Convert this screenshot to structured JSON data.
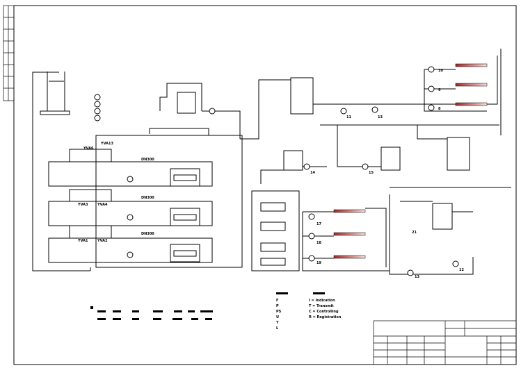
{
  "valves": {
    "yva6": "YVA6",
    "yva3": "YVA3",
    "yva1": "YVA1",
    "yva13": "YVA13",
    "yva2": "YVA2",
    "yva4": "YVA4"
  },
  "pipes": {
    "dn1": "DN300",
    "dn2": "DN300",
    "dn3": "DN300"
  },
  "pumps": {
    "p10": "10",
    "p9": "9",
    "p8": "8",
    "p11": "11",
    "p13": "13",
    "p14": "14",
    "p15": "15",
    "p17": "17",
    "p18": "18",
    "p19": "19",
    "p21": "21",
    "p12": "12",
    "p13b": "13"
  },
  "legend_abbrev": {
    "items": [
      "F",
      "P",
      "PS",
      "U",
      "T",
      "L"
    ]
  },
  "legend_func": {
    "items": [
      "I = Indication",
      "T = Transmit",
      "C = Controlling",
      "R = Registration"
    ]
  },
  "colors": {
    "line": "#000000",
    "membrane_heat": "#b04040"
  }
}
